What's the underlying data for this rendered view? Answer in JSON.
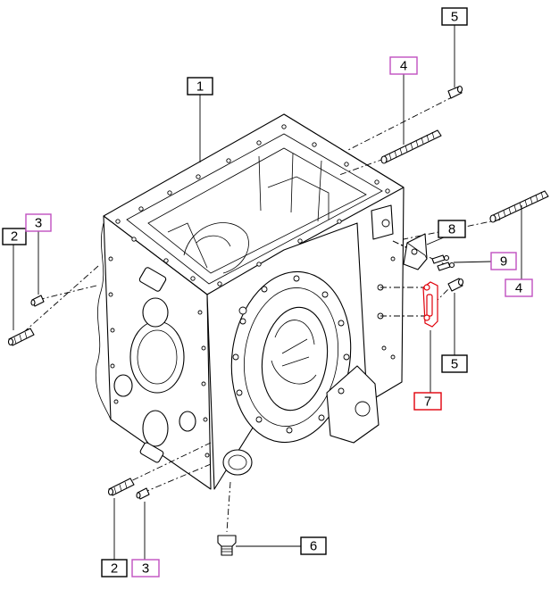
{
  "colors": {
    "line": "#000000",
    "callout_black": "#000000",
    "callout_magenta": "#c050c0",
    "callout_red": "#e0000a",
    "highlight_part": "#e0000a"
  },
  "callouts": {
    "c1": "1",
    "c2_top": "2",
    "c3_top": "3",
    "c4_top": "4",
    "c5_top": "5",
    "c8": "8",
    "c9": "9",
    "c4_right": "4",
    "c5_right": "5",
    "c7": "7",
    "c6": "6",
    "c2_bottom": "2",
    "c3_bottom": "3"
  }
}
